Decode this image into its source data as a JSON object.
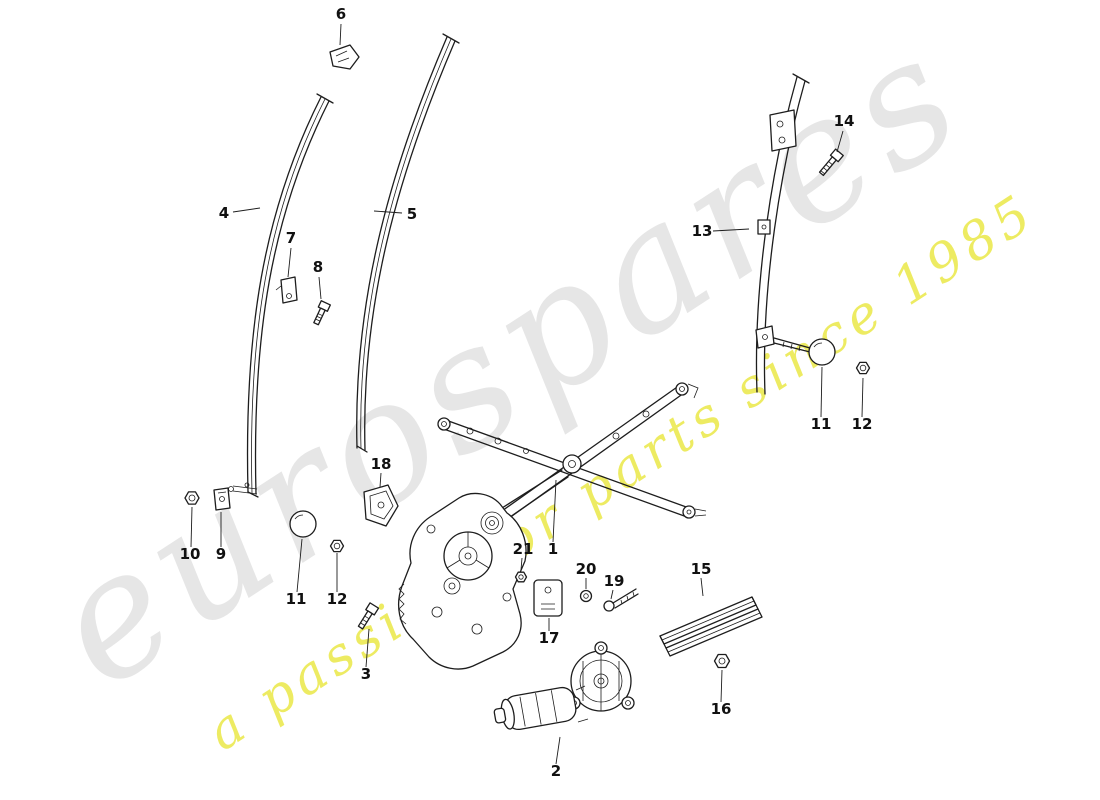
{
  "page": {
    "background": "#ffffff"
  },
  "watermark": {
    "brand": "eurospares",
    "tagline": "a passion for parts since 1985",
    "brand_color": "#d2d2d2",
    "tagline_color": "#e9e73c"
  },
  "diagram": {
    "stroke_color": "#1d1d1d",
    "callouts": [
      "6",
      "4",
      "5",
      "7",
      "8",
      "13",
      "14",
      "11",
      "12",
      "1",
      "18",
      "10",
      "9",
      "11",
      "12",
      "3",
      "21",
      "17",
      "20",
      "19",
      "15",
      "16",
      "2"
    ]
  }
}
